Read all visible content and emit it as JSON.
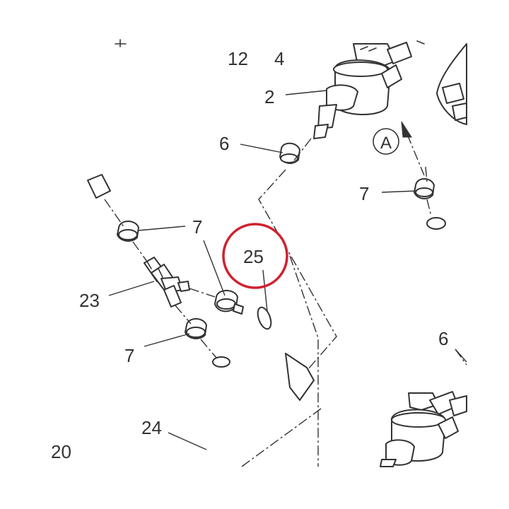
{
  "callouts": {
    "c_4_top": "4",
    "c_12": "12",
    "c_4": "4",
    "c_2": "2",
    "c_6_upper": "6",
    "c_a": "A",
    "c_7_right": "7",
    "c_7_upper": "7",
    "c_25": "25",
    "c_23": "23",
    "c_7_lower": "7",
    "c_6_right": "6",
    "c_24": "24",
    "c_20": "20"
  },
  "highlight": {
    "target": "25",
    "color": "#d0222e"
  },
  "colors": {
    "line": "#333333",
    "background": "#ffffff"
  }
}
